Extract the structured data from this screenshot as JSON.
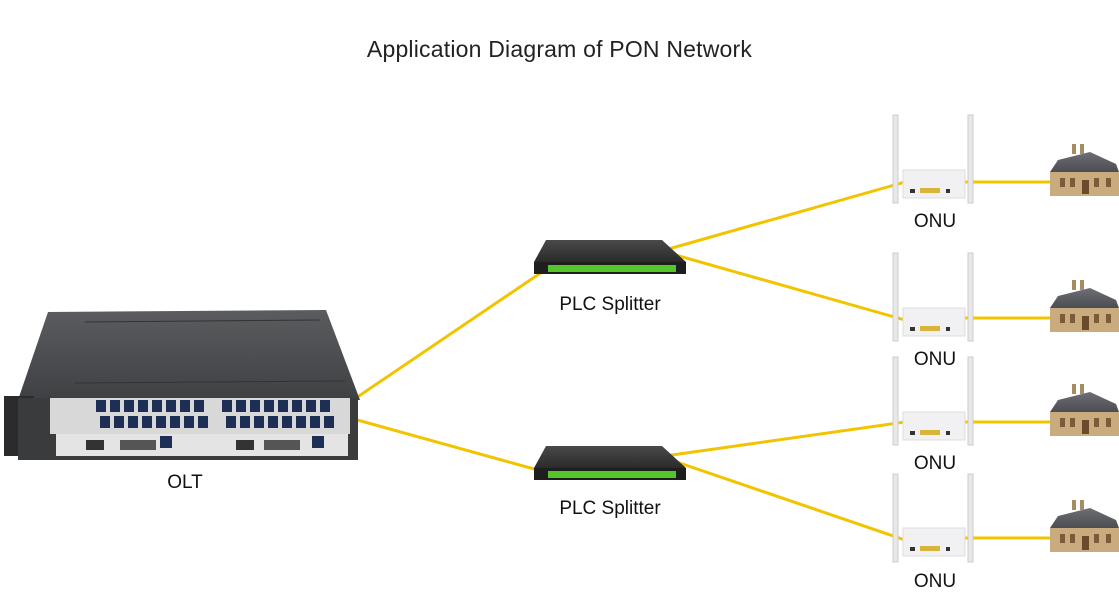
{
  "title": "Application Diagram of PON Network",
  "colors": {
    "fiber": "#f2c400",
    "background": "#ffffff"
  },
  "nodes": {
    "olt": {
      "label": "OLT",
      "icon": "olt-chassis-icon"
    },
    "splitters": [
      {
        "label": "PLC Splitter",
        "icon": "plc-splitter-icon"
      },
      {
        "label": "PLC Splitter",
        "icon": "plc-splitter-icon"
      }
    ],
    "onus": [
      {
        "label": "ONU",
        "icon": "onu-router-icon"
      },
      {
        "label": "ONU",
        "icon": "onu-router-icon"
      },
      {
        "label": "ONU",
        "icon": "onu-router-icon"
      },
      {
        "label": "ONU",
        "icon": "onu-router-icon"
      }
    ],
    "homes": [
      {
        "icon": "house-icon"
      },
      {
        "icon": "house-icon"
      },
      {
        "icon": "house-icon"
      },
      {
        "icon": "house-icon"
      }
    ]
  },
  "links": [
    {
      "from": "olt",
      "to": "splitter-1"
    },
    {
      "from": "olt",
      "to": "splitter-2"
    },
    {
      "from": "splitter-1",
      "to": "onu-1"
    },
    {
      "from": "splitter-1",
      "to": "onu-2"
    },
    {
      "from": "splitter-2",
      "to": "onu-3"
    },
    {
      "from": "splitter-2",
      "to": "onu-4"
    },
    {
      "from": "onu-1",
      "to": "home-1"
    },
    {
      "from": "onu-2",
      "to": "home-2"
    },
    {
      "from": "onu-3",
      "to": "home-3"
    },
    {
      "from": "onu-4",
      "to": "home-4"
    }
  ]
}
